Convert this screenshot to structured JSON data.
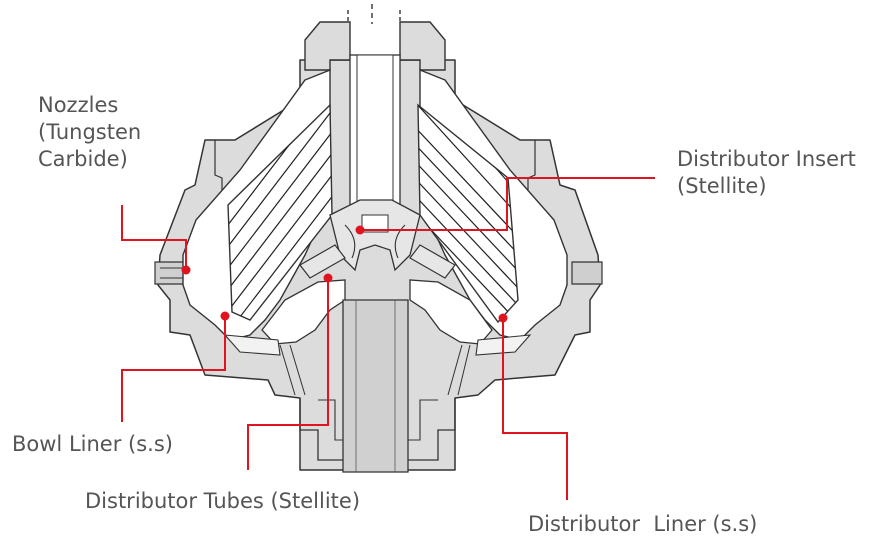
{
  "labels": {
    "nozzles": [
      "Nozzles",
      "(Tungsten",
      "Carbide)"
    ],
    "distributor_insert": [
      "Distributor Insert",
      "(Stellite)"
    ],
    "bowl_liner": "Bowl Liner (s.s)",
    "distributor_tubes": "Distributor Tubes (Stellite)",
    "distributor_liner": "Distributor  Liner (s.s)"
  },
  "colors": {
    "leader": "#e0141e",
    "body_fill": "#dcdcdc",
    "outline": "#333333",
    "text": "#555555"
  }
}
